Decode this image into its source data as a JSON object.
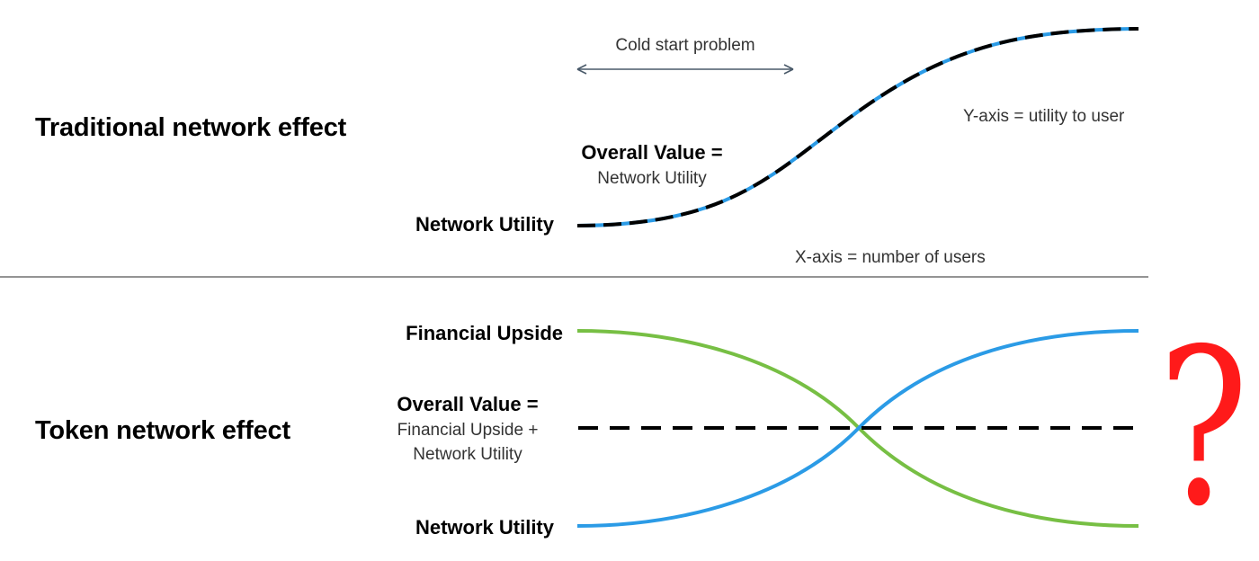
{
  "top": {
    "heading": "Traditional network effect",
    "cold_start": "Cold start problem",
    "overall_value_title": "Overall Value =",
    "overall_value_desc": "Network Utility",
    "network_utility_label": "Network Utility",
    "y_axis_note": "Y-axis = utility to user",
    "x_axis_note": "X-axis = number of users"
  },
  "bottom": {
    "heading": "Token network effect",
    "financial_upside_label": "Financial Upside",
    "overall_value_title": "Overall Value =",
    "overall_value_desc_line1": "Financial Upside +",
    "overall_value_desc_line2": "Network Utility",
    "network_utility_label": "Network Utility",
    "question_mark": "?"
  },
  "colors": {
    "network_utility_curve": "#2b9be6",
    "financial_upside_curve": "#77bf44",
    "overall_value_dash": "#000000",
    "question_mark": "#ff1a1a",
    "divider": "#555555",
    "arrow": "#4a5a6a"
  }
}
